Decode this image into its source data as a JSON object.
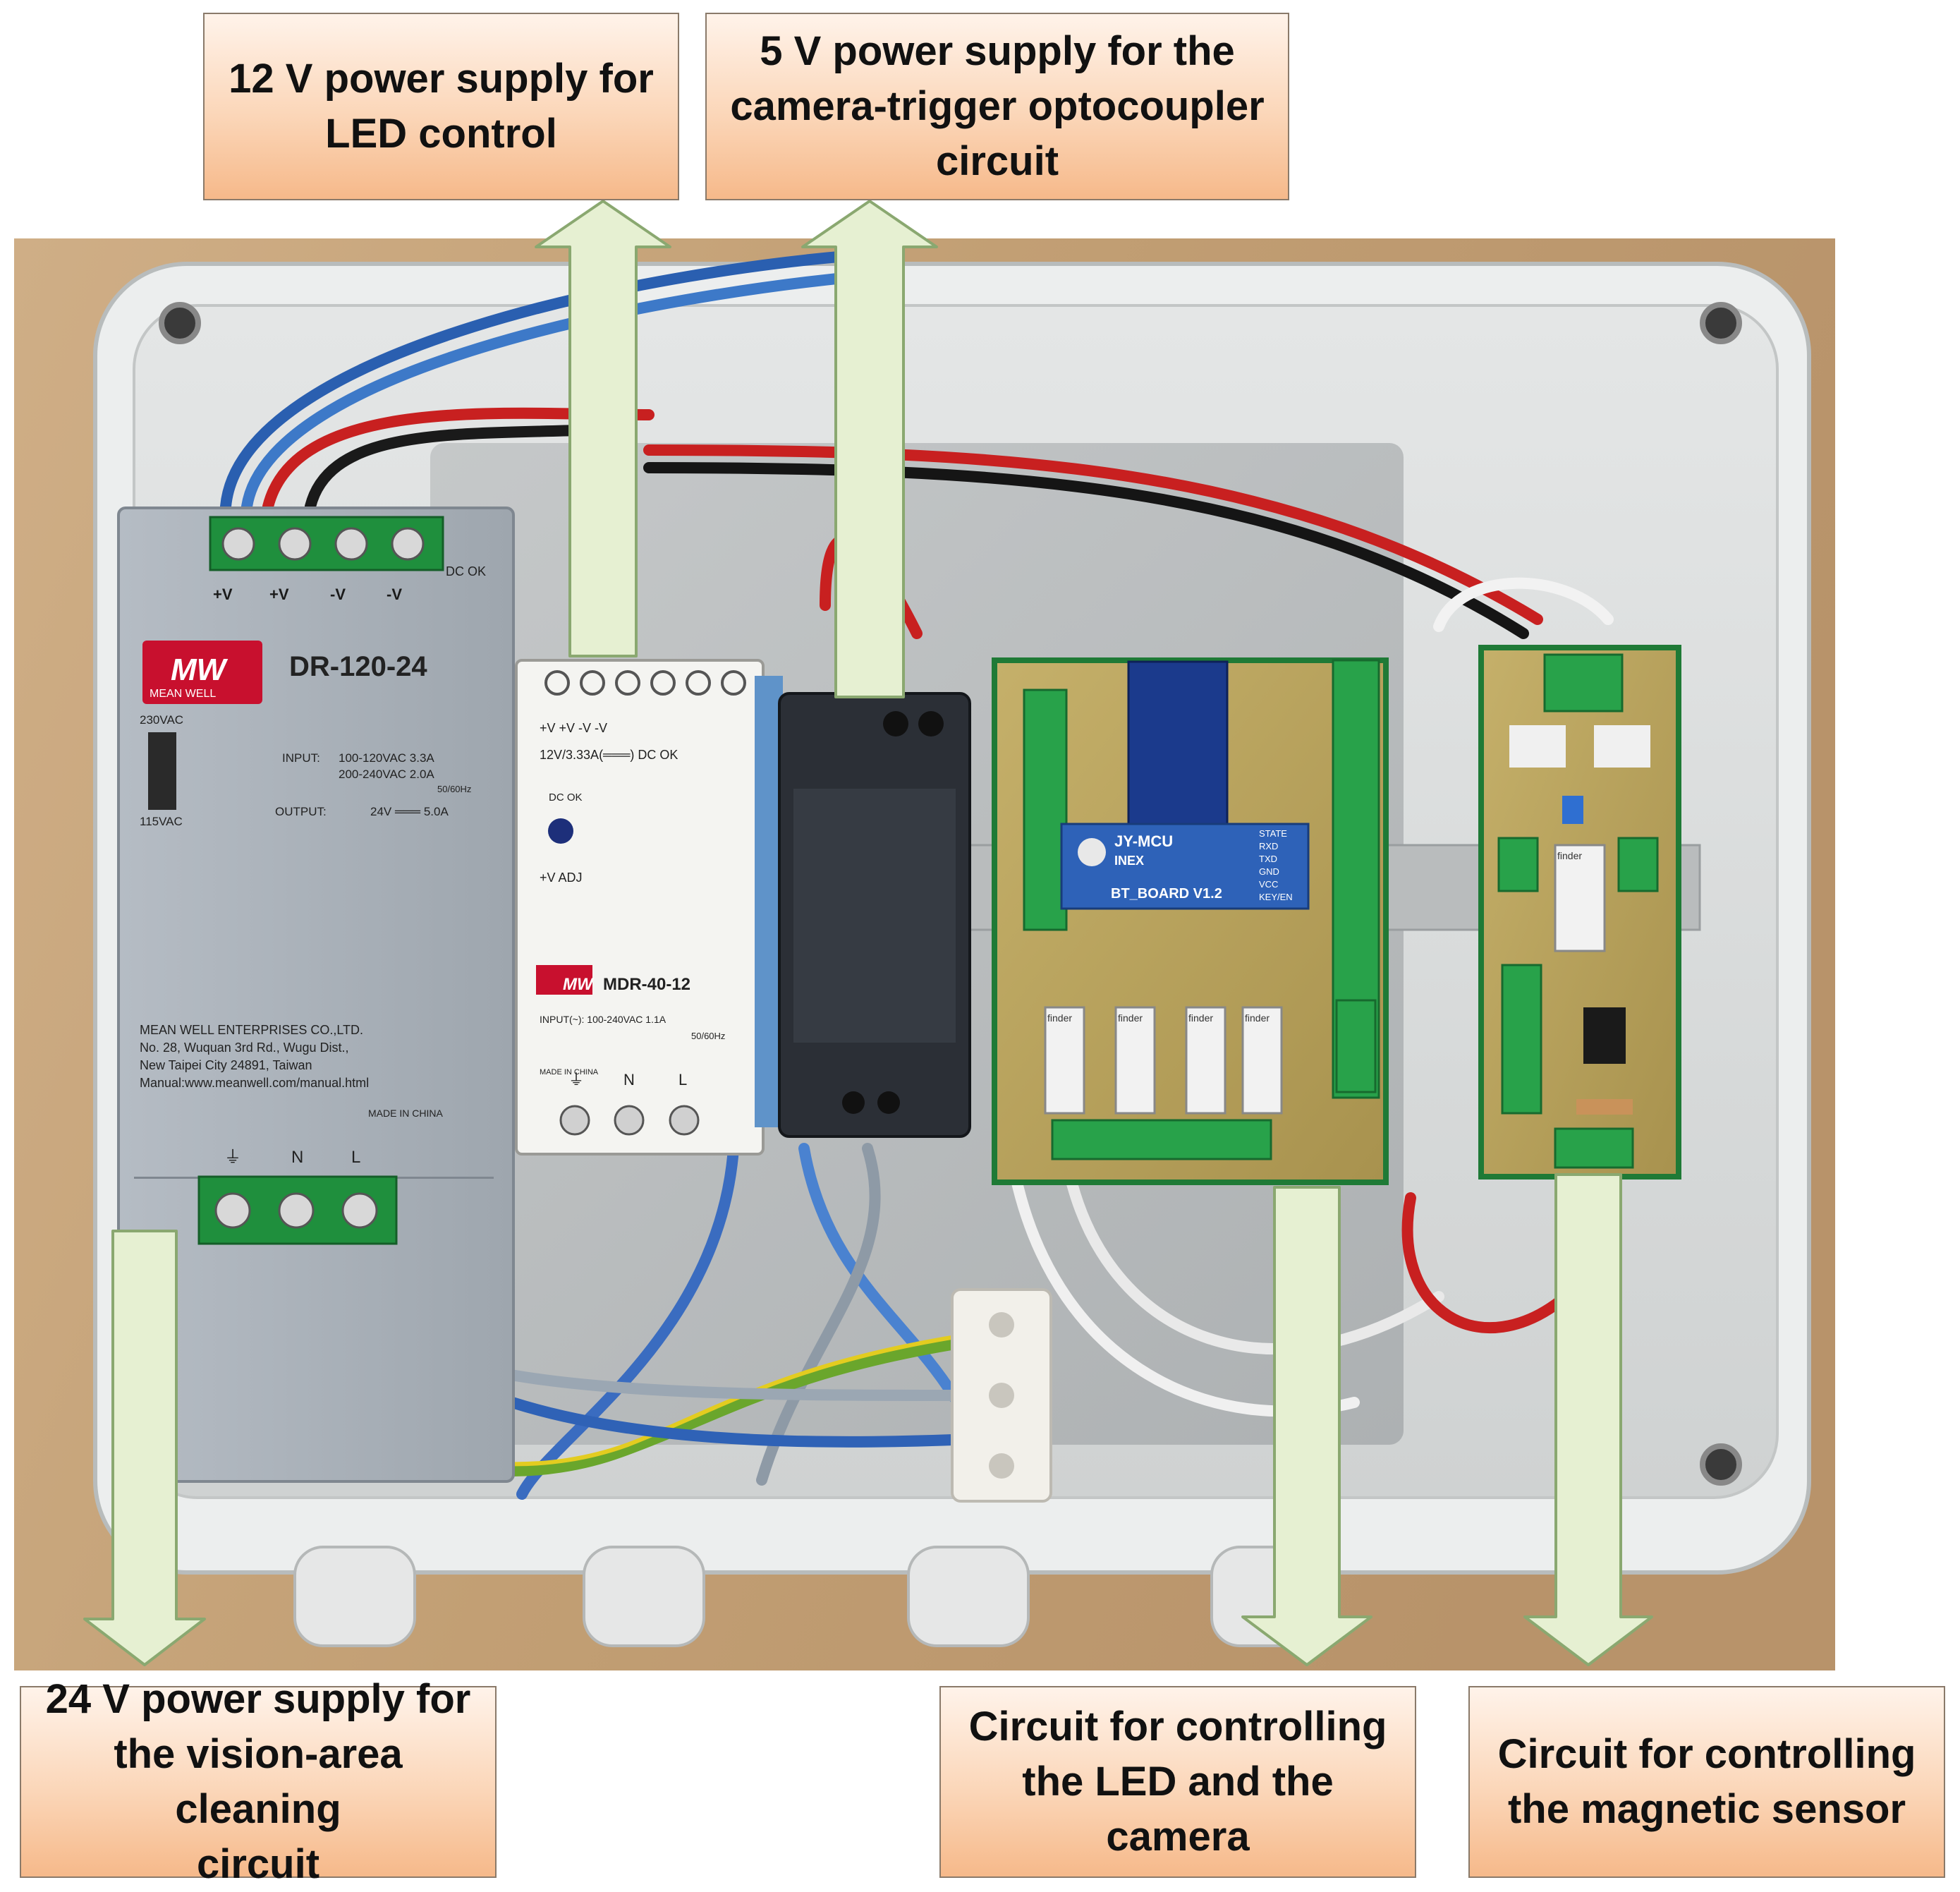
{
  "colors": {
    "callout_top": "#fff3ea",
    "callout_bottom": "#f6b98a",
    "arrow_fill": "#e6f0d2",
    "arrow_stroke": "#8aa870",
    "enclosure": "#d9dcdc",
    "wood": "#c7a57b"
  },
  "labels": {
    "psu_12v": "12 V power supply for\nLED control",
    "psu_5v": "5 V power supply for the\ncamera-trigger optocoupler\ncircuit",
    "psu_24v": "24 V power supply for\nthe vision-area cleaning\ncircuit",
    "led_camera_circuit": "Circuit for controlling\nthe LED and the camera",
    "magnetic_sensor_circuit": "Circuit for controlling\nthe magnetic sensor"
  },
  "devices": {
    "dr120": {
      "brand": "MEAN WELL",
      "logo": "MW",
      "model": "DR-120-24",
      "terminals": [
        "+V",
        "+V",
        "-V",
        "-V"
      ],
      "led": "DC OK",
      "switch_top": "230VAC",
      "switch_bottom": "115VAC",
      "input_label": "INPUT:",
      "input_1": "100-120VAC  3.3A",
      "input_2": "200-240VAC  2.0A",
      "freq": "50/60Hz",
      "output_label": "OUTPUT:",
      "output": "24V ═══ 5.0A",
      "company": "MEAN WELL ENTERPRISES CO.,LTD.",
      "address_1": "No. 28, Wuquan 3rd Rd., Wugu Dist.,",
      "address_2": "New Taipei City 24891, Taiwan",
      "manual": "Manual:www.meanwell.com/manual.html",
      "made_in": "MADE IN CHINA",
      "ac_terminals": [
        "⏚",
        "N",
        "L"
      ]
    },
    "mdr40": {
      "terminals": "+V  +V  -V  -V",
      "rating": "12V/3.33A(═══) DC OK",
      "led": "DC OK",
      "adjust": "+V ADJ",
      "model": "MDR-40-12",
      "input": "INPUT(~): 100-240VAC  1.1A",
      "freq": "50/60Hz",
      "made_in": "MADE IN CHINA",
      "ac_terminals": [
        "⏚",
        "N",
        "L"
      ]
    },
    "bt_module": {
      "line_1": "JY-MCU",
      "line_2": "INEX",
      "line_3": "BT_BOARD V1.2",
      "pins": [
        "STATE",
        "RXD",
        "TXD",
        "GND",
        "VCC",
        "KEY/EN"
      ]
    },
    "relay_brand": "finder"
  }
}
